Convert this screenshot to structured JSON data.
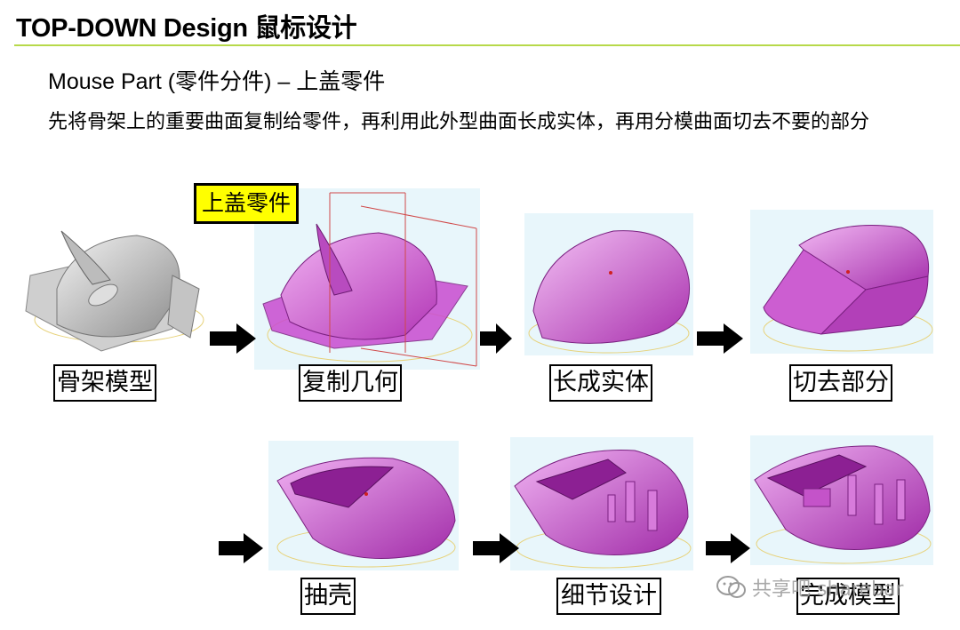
{
  "header": {
    "title": "TOP-DOWN Design 鼠标设计"
  },
  "section": {
    "subtitle": "Mouse Part (零件分件) – 上盖零件",
    "description": "先将骨架上的重要曲面复制给零件，再利用此外型曲面长成实体，再用分模曲面切去不要的部分"
  },
  "callout": {
    "label": "上盖零件"
  },
  "steps": [
    {
      "label": "骨架模型",
      "icon": "gray-skeleton-mouse"
    },
    {
      "label": "复制几何",
      "icon": "copied-geometry-mouse"
    },
    {
      "label": "长成实体",
      "icon": "solid-mouse"
    },
    {
      "label": "切去部分",
      "icon": "cut-mouse"
    },
    {
      "label": "抽壳",
      "icon": "shelled-mouse"
    },
    {
      "label": "细节设计",
      "icon": "detailed-mouse"
    },
    {
      "label": "完成模型",
      "icon": "finished-mouse"
    }
  ],
  "watermark": {
    "text": "共享吧 sharebar",
    "icon": "wechat-icon"
  },
  "colors": {
    "rule": "#b7d94a",
    "callout_bg": "#ffff00",
    "model_pink": "#d45fd8",
    "panel_bg": "#e8f6fb"
  }
}
